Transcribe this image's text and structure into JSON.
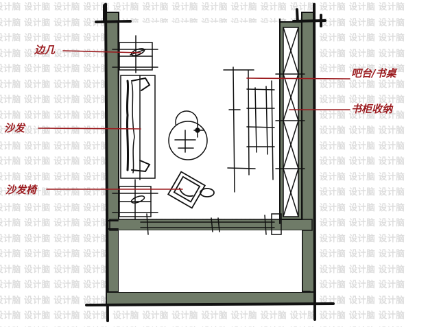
{
  "watermark": {
    "text": "设计脑"
  },
  "labels": {
    "side_table": "边几",
    "sofa": "沙发",
    "armchair": "沙发椅",
    "bar_desk": "吧台/书桌",
    "bookcase": "书柜收纳"
  },
  "colors": {
    "wall_fill": "#6f7b68",
    "line": "#111111",
    "annotation": "#9b1b1f",
    "watermark": "#dddddd"
  }
}
